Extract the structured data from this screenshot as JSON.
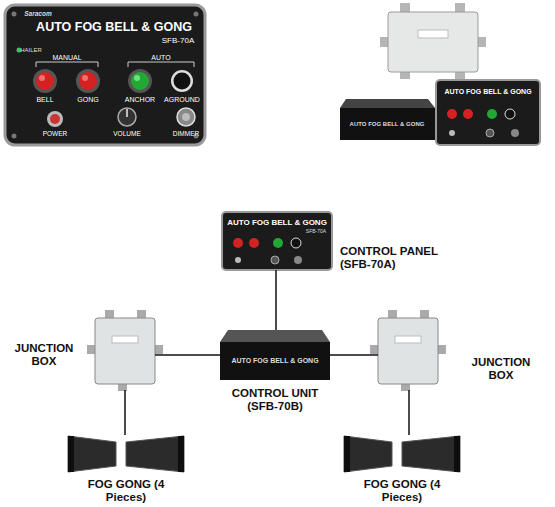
{
  "diagram": {
    "nodes": [
      {
        "text": [
          "CONTROL PANEL (SFB-70A)"
        ]
      },
      {
        "text": [
          "JUNCTION BOX"
        ]
      },
      {
        "text": [
          "CONTROL UNIT (SFB-70B)"
        ]
      },
      {
        "text": [
          "JUNCTION BOX"
        ]
      },
      {
        "text": [
          "FOG GONG (4 Pieces)"
        ]
      },
      {
        "text": [
          "FOG GONG (4 Pieces)"
        ]
      }
    ],
    "edges": [
      {
        "from": 0,
        "to": 2,
        "arrow": "none"
      },
      {
        "from": 2,
        "to": 1,
        "arrow": "none"
      },
      {
        "from": 2,
        "to": 3,
        "arrow": "none"
      },
      {
        "from": 1,
        "to": 4,
        "arrow": "none"
      },
      {
        "from": 3,
        "to": 5,
        "arrow": "none"
      }
    ],
    "labels": [
      "Saracom",
      "AUTO FOG BELL & GONG",
      "SFB-70A",
      "HAILER",
      "MANUAL",
      "AUTO",
      "BELL",
      "GONG",
      "ANCHOR",
      "AGROUND",
      "POWER",
      "VOLUME",
      "DIMMER",
      "AUTO FOG BELL & GONG",
      "AUTO FOG BELL & GONG",
      "AUTO FOG BELL & GONG",
      "SFB-70A",
      "AUTO FOG BELL & GONG"
    ]
  }
}
